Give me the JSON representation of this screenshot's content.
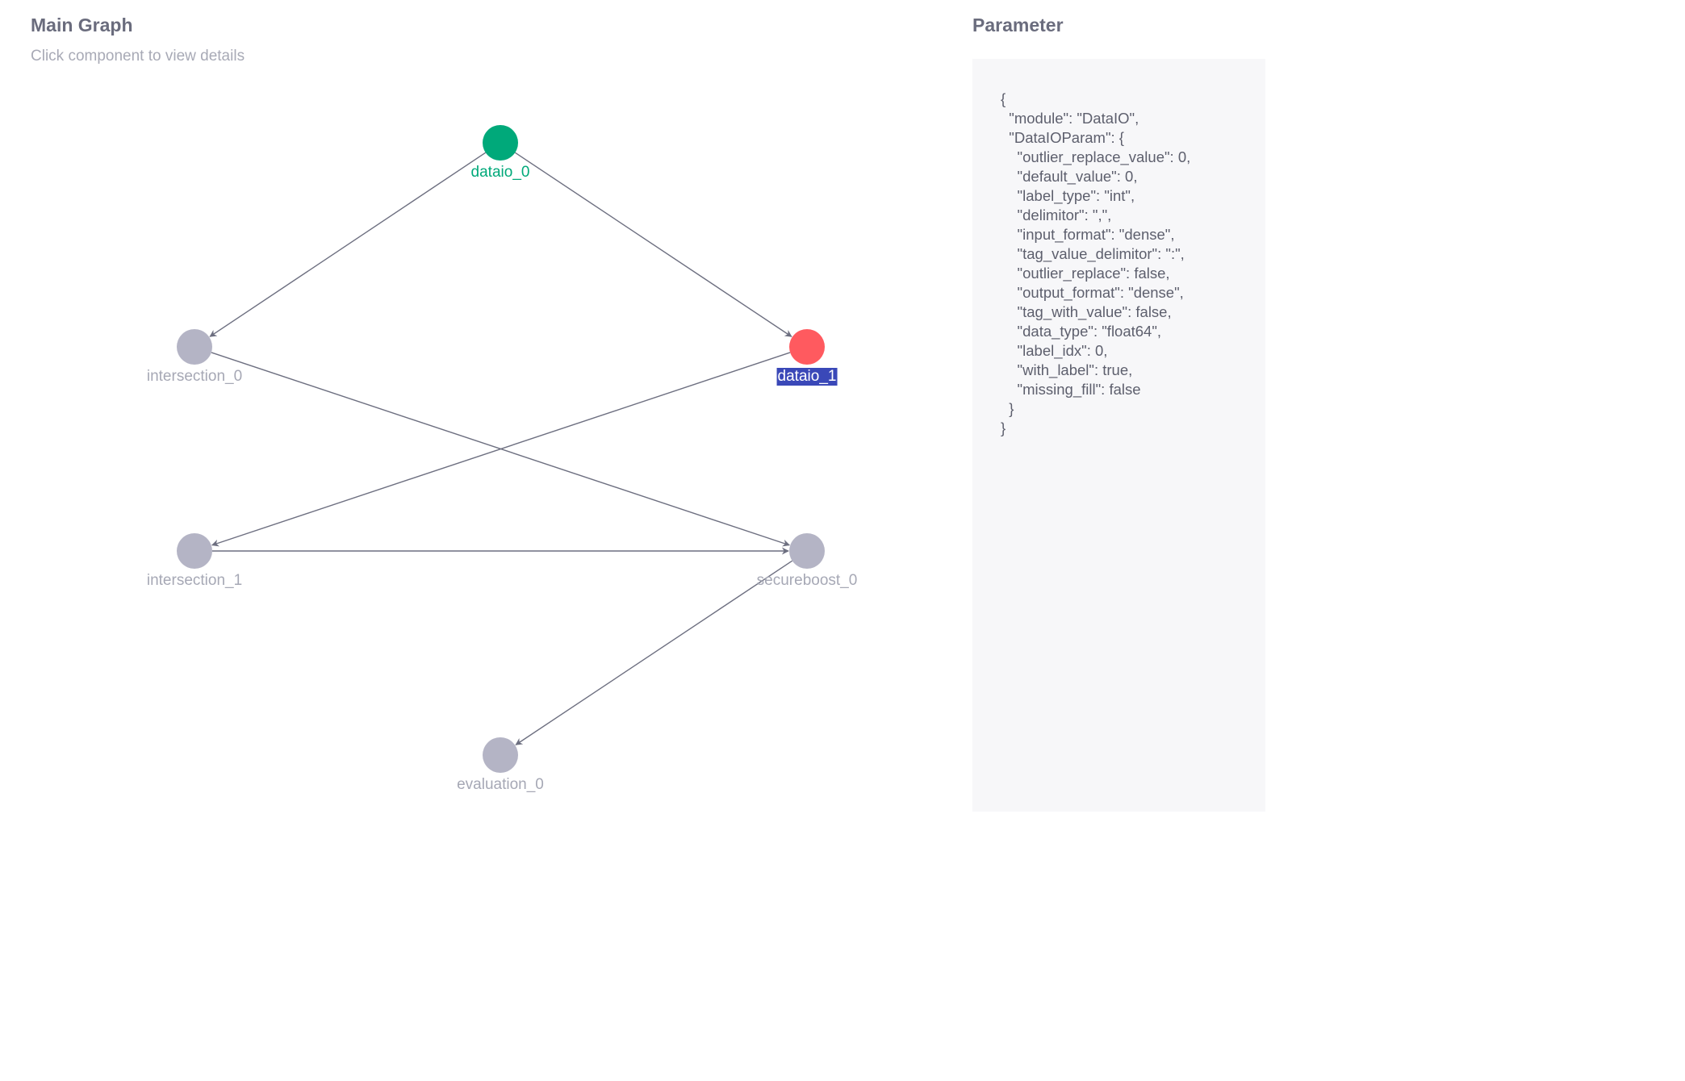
{
  "header": {
    "title": "Main Graph",
    "subtitle": "Click component to view details"
  },
  "graph": {
    "nodes": [
      {
        "id": "dataio_0",
        "label": "dataio_0",
        "state": "active",
        "color": "#00a97a"
      },
      {
        "id": "dataio_1",
        "label": "dataio_1",
        "state": "selected",
        "color": "#ff5a5f"
      },
      {
        "id": "intersection_0",
        "label": "intersection_0",
        "state": "default",
        "color": "#b4b4c5"
      },
      {
        "id": "intersection_1",
        "label": "intersection_1",
        "state": "default",
        "color": "#b4b4c5"
      },
      {
        "id": "secureboost_0",
        "label": "secureboost_0",
        "state": "default",
        "color": "#b4b4c5"
      },
      {
        "id": "evaluation_0",
        "label": "evaluation_0",
        "state": "default",
        "color": "#b4b4c5"
      }
    ],
    "edges": [
      {
        "from": "dataio_0",
        "to": "intersection_0"
      },
      {
        "from": "dataio_0",
        "to": "dataio_1"
      },
      {
        "from": "intersection_0",
        "to": "secureboost_0"
      },
      {
        "from": "dataio_1",
        "to": "intersection_1"
      },
      {
        "from": "intersection_1",
        "to": "secureboost_0"
      },
      {
        "from": "secureboost_0",
        "to": "evaluation_0"
      }
    ],
    "edge_color": "#6d6f80"
  },
  "parameter": {
    "title": "Parameter",
    "code": "{\n  \"module\": \"DataIO\",\n  \"DataIOParam\": {\n    \"outlier_replace_value\": 0,\n    \"default_value\": 0,\n    \"label_type\": \"int\",\n    \"delimitor\": \",\",\n    \"input_format\": \"dense\",\n    \"tag_value_delimitor\": \":\",\n    \"outlier_replace\": false,\n    \"output_format\": \"dense\",\n    \"tag_with_value\": false,\n    \"data_type\": \"float64\",\n    \"label_idx\": 0,\n    \"with_label\": true,\n    \"missing_fill\": false\n  }\n}"
  }
}
